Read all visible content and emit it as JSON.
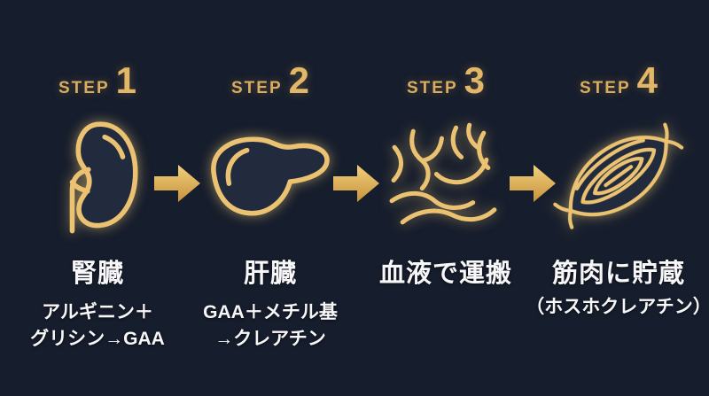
{
  "colors": {
    "background": "#161d2c",
    "gold_text": "#d9ac5e",
    "gold_number": "#e2b768",
    "icon_stroke": "#eac271",
    "icon_fill": "#222b3e",
    "arrow_gold_light": "#f2d07d",
    "arrow_gold_dark": "#c8923c",
    "text_white": "#f7f7f9"
  },
  "steps": [
    {
      "step_label": "STEP",
      "number": "1",
      "icon": "kidney-icon",
      "title": "腎臓",
      "subtitle_lines": [
        "アルギニン＋",
        "グリシン→GAA"
      ]
    },
    {
      "step_label": "STEP",
      "number": "2",
      "icon": "liver-icon",
      "title": "肝臓",
      "subtitle_lines": [
        "GAA＋メチル基",
        "→クレアチン"
      ]
    },
    {
      "step_label": "STEP",
      "number": "3",
      "icon": "blood-vessels-icon",
      "title": "血液で運搬",
      "subtitle_lines": []
    },
    {
      "step_label": "STEP",
      "number": "4",
      "icon": "muscle-icon",
      "title": "筋肉に貯蔵",
      "subtitle_lines": [
        "（ホスホクレアチン）"
      ]
    }
  ],
  "arrows": [
    {
      "icon": "right-arrow-icon"
    },
    {
      "icon": "right-arrow-icon"
    },
    {
      "icon": "right-arrow-icon"
    }
  ]
}
